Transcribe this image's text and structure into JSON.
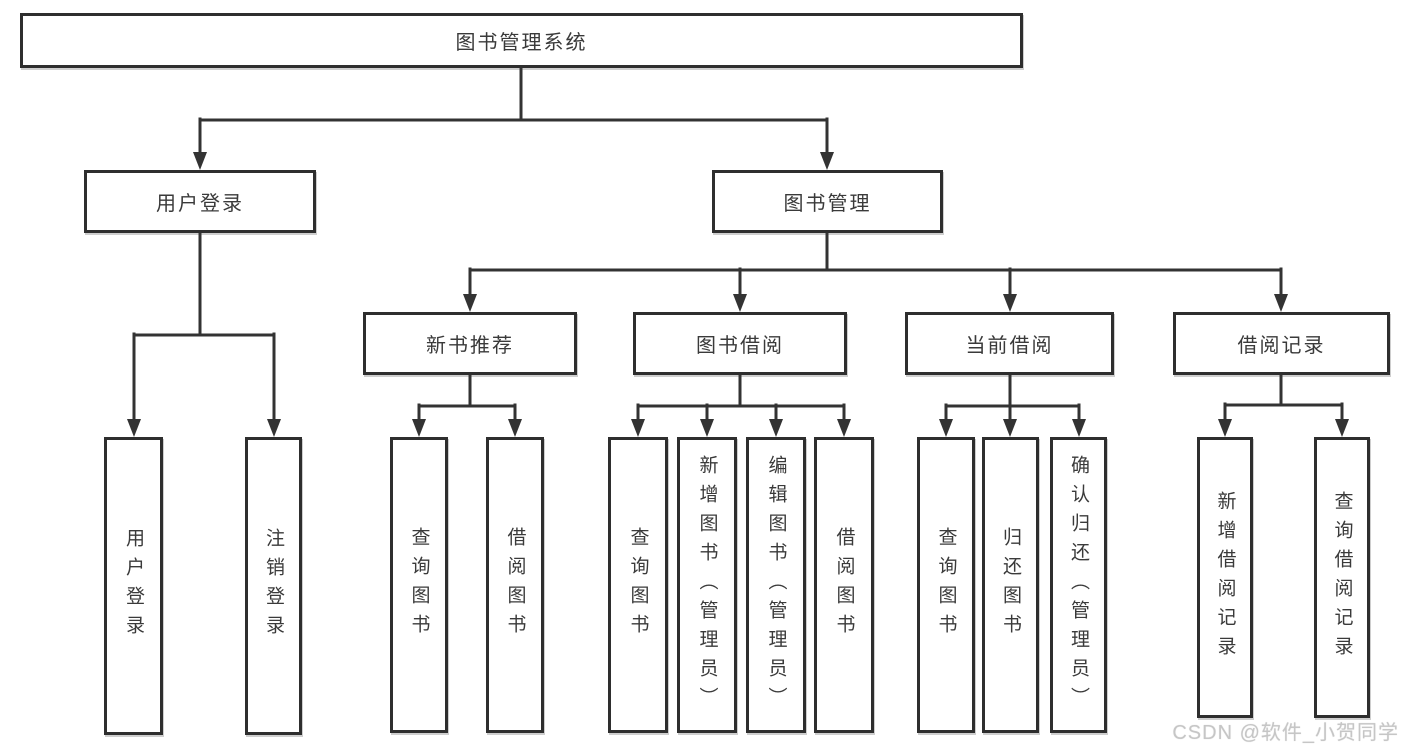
{
  "tree": {
    "root": {
      "label": "图书管理系统"
    },
    "branches": [
      {
        "label": "用户登录",
        "children": [
          {
            "label": "用户登录"
          },
          {
            "label": "注销登录"
          }
        ]
      },
      {
        "label": "图书管理",
        "children": [
          {
            "label": "新书推荐",
            "children": [
              {
                "label": "查询图书"
              },
              {
                "label": "借阅图书"
              }
            ]
          },
          {
            "label": "图书借阅",
            "children": [
              {
                "label": "查询图书"
              },
              {
                "label": "新增图书（管理员）"
              },
              {
                "label": "编辑图书（管理员）"
              },
              {
                "label": "借阅图书"
              }
            ]
          },
          {
            "label": "当前借阅",
            "children": [
              {
                "label": "查询图书"
              },
              {
                "label": "归还图书"
              },
              {
                "label": "确认归还（管理员）"
              }
            ]
          },
          {
            "label": "借阅记录",
            "children": [
              {
                "label": "新增借阅记录"
              },
              {
                "label": "查询借阅记录"
              }
            ]
          }
        ]
      }
    ]
  },
  "colors": {
    "line": "#333333",
    "border": "#2e2e2e",
    "text": "#3a3a3a",
    "watermark": "#c6c6c6"
  },
  "watermark": {
    "text": "CSDN @软件_小贺同学"
  }
}
